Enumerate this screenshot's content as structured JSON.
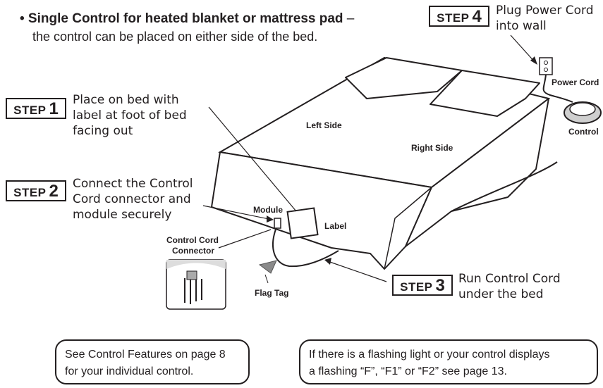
{
  "header": {
    "title": "• Single Control for heated blanket or mattress pad",
    "title_dash": " –",
    "subtitle": "the control can be placed on either side of the bed."
  },
  "steps": [
    {
      "word": "STEP",
      "num": "1",
      "lines": [
        "Place on bed with",
        "label at foot of bed",
        "facing out"
      ]
    },
    {
      "word": "STEP",
      "num": "2",
      "lines": [
        "Connect the Control",
        "Cord connector and",
        "module securely"
      ]
    },
    {
      "word": "STEP",
      "num": "3",
      "lines": [
        "Run Control Cord",
        "under the bed"
      ]
    },
    {
      "word": "STEP",
      "num": "4",
      "lines": [
        "Plug Power Cord",
        "into wall"
      ]
    }
  ],
  "diagram_labels": {
    "left_side": "Left Side",
    "right_side": "Right Side",
    "module": "Module",
    "label": "Label",
    "control_cord_connector_1": "Control Cord",
    "control_cord_connector_2": "Connector",
    "flag_tag": "Flag Tag",
    "power_cord": "Power Cord",
    "control": "Control"
  },
  "notes": [
    {
      "lines": [
        "See Control Features on page 8",
        "for your individual control."
      ]
    },
    {
      "lines": [
        "If there is a flashing light or your control displays",
        "a flashing “F”, “F1” or “F2” see page 13."
      ]
    }
  ]
}
